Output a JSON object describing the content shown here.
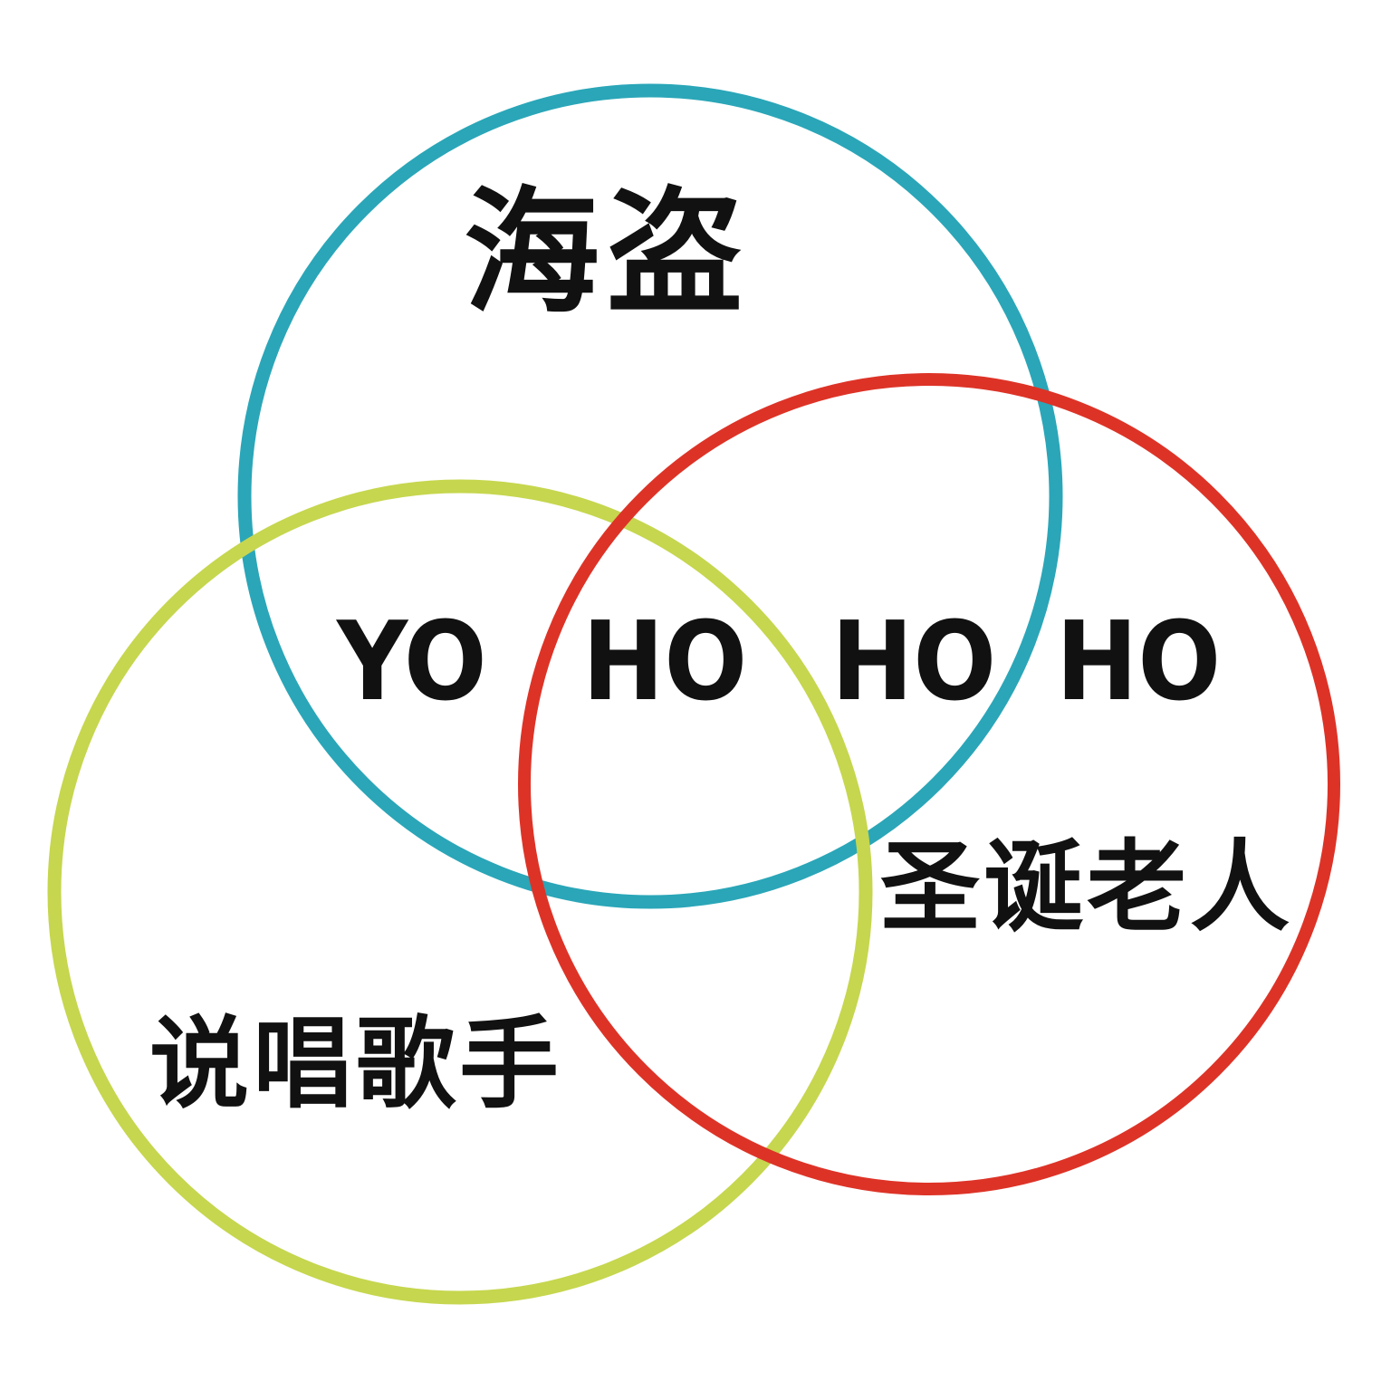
{
  "diagram": {
    "type": "venn",
    "sets": [
      {
        "id": "pirates",
        "label": "海盗",
        "color": "#2AA6B8"
      },
      {
        "id": "santa",
        "label": "圣诞老人",
        "color": "#DD3327"
      },
      {
        "id": "rappers",
        "label": "说唱歌手",
        "color": "#C6D64E"
      }
    ],
    "overlap_words": [
      "YO",
      "HO",
      "HO",
      "HO"
    ]
  }
}
